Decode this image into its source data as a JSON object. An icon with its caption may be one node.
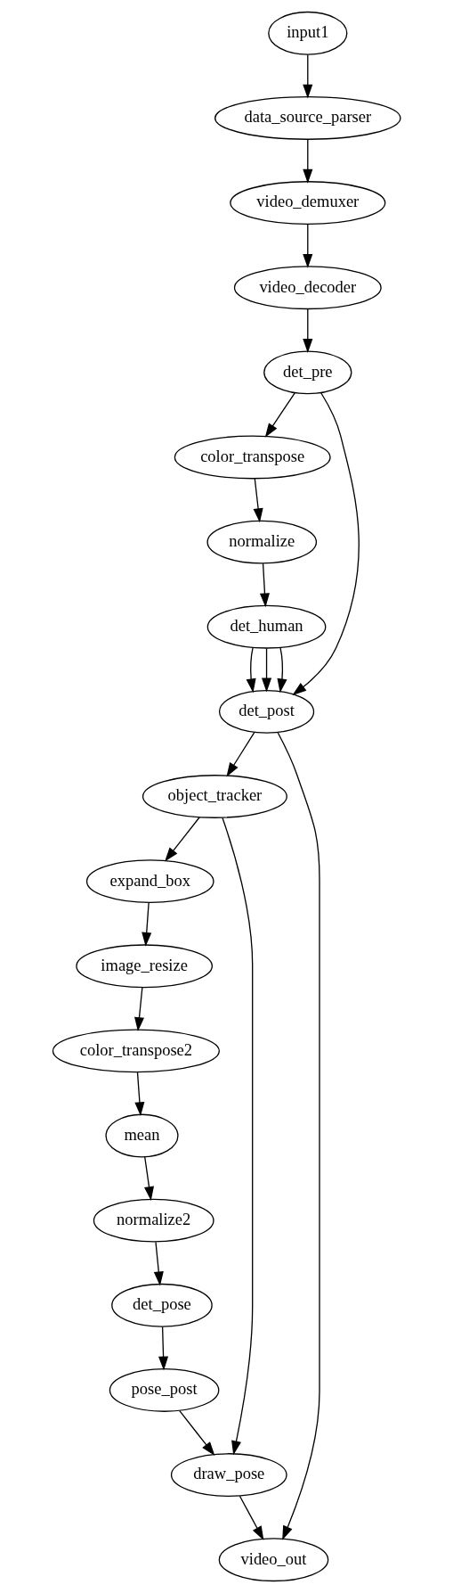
{
  "diagram": {
    "nodes": [
      {
        "text": [
          "input1"
        ]
      },
      {
        "text": [
          "data_source_parser"
        ]
      },
      {
        "text": [
          "video_demuxer"
        ]
      },
      {
        "text": [
          "video_decoder"
        ]
      },
      {
        "text": [
          "det_pre"
        ]
      },
      {
        "text": [
          "color_transpose"
        ]
      },
      {
        "text": [
          "normalize"
        ]
      },
      {
        "text": [
          "det_human"
        ]
      },
      {
        "text": [
          "det_post"
        ]
      },
      {
        "text": [
          "object_tracker"
        ]
      },
      {
        "text": [
          "expand_box"
        ]
      },
      {
        "text": [
          "image_resize"
        ]
      },
      {
        "text": [
          "color_transpose2"
        ]
      },
      {
        "text": [
          "mean"
        ]
      },
      {
        "text": [
          "normalize2"
        ]
      },
      {
        "text": [
          "det_pose"
        ]
      },
      {
        "text": [
          "pose_post"
        ]
      },
      {
        "text": [
          "draw_pose"
        ]
      },
      {
        "text": [
          "video_out"
        ]
      }
    ],
    "edges": [
      {
        "from": 0,
        "to": 1,
        "arrow": "to"
      },
      {
        "from": 1,
        "to": 2,
        "arrow": "to"
      },
      {
        "from": 2,
        "to": 3,
        "arrow": "to"
      },
      {
        "from": 3,
        "to": 4,
        "arrow": "to"
      },
      {
        "from": 4,
        "to": 5,
        "arrow": "to"
      },
      {
        "from": 4,
        "to": 8,
        "arrow": "to"
      },
      {
        "from": 5,
        "to": 6,
        "arrow": "to"
      },
      {
        "from": 6,
        "to": 7,
        "arrow": "to"
      },
      {
        "from": 7,
        "to": 8,
        "arrow": "to"
      },
      {
        "from": 7,
        "to": 8,
        "arrow": "to"
      },
      {
        "from": 7,
        "to": 8,
        "arrow": "to"
      },
      {
        "from": 8,
        "to": 9,
        "arrow": "to"
      },
      {
        "from": 8,
        "to": 18,
        "arrow": "to"
      },
      {
        "from": 9,
        "to": 10,
        "arrow": "to"
      },
      {
        "from": 9,
        "to": 17,
        "arrow": "to"
      },
      {
        "from": 10,
        "to": 11,
        "arrow": "to"
      },
      {
        "from": 11,
        "to": 12,
        "arrow": "to"
      },
      {
        "from": 12,
        "to": 13,
        "arrow": "to"
      },
      {
        "from": 13,
        "to": 14,
        "arrow": "to"
      },
      {
        "from": 14,
        "to": 15,
        "arrow": "to"
      },
      {
        "from": 15,
        "to": 16,
        "arrow": "to"
      },
      {
        "from": 16,
        "to": 17,
        "arrow": "to"
      },
      {
        "from": 17,
        "to": 18,
        "arrow": "to"
      }
    ]
  }
}
